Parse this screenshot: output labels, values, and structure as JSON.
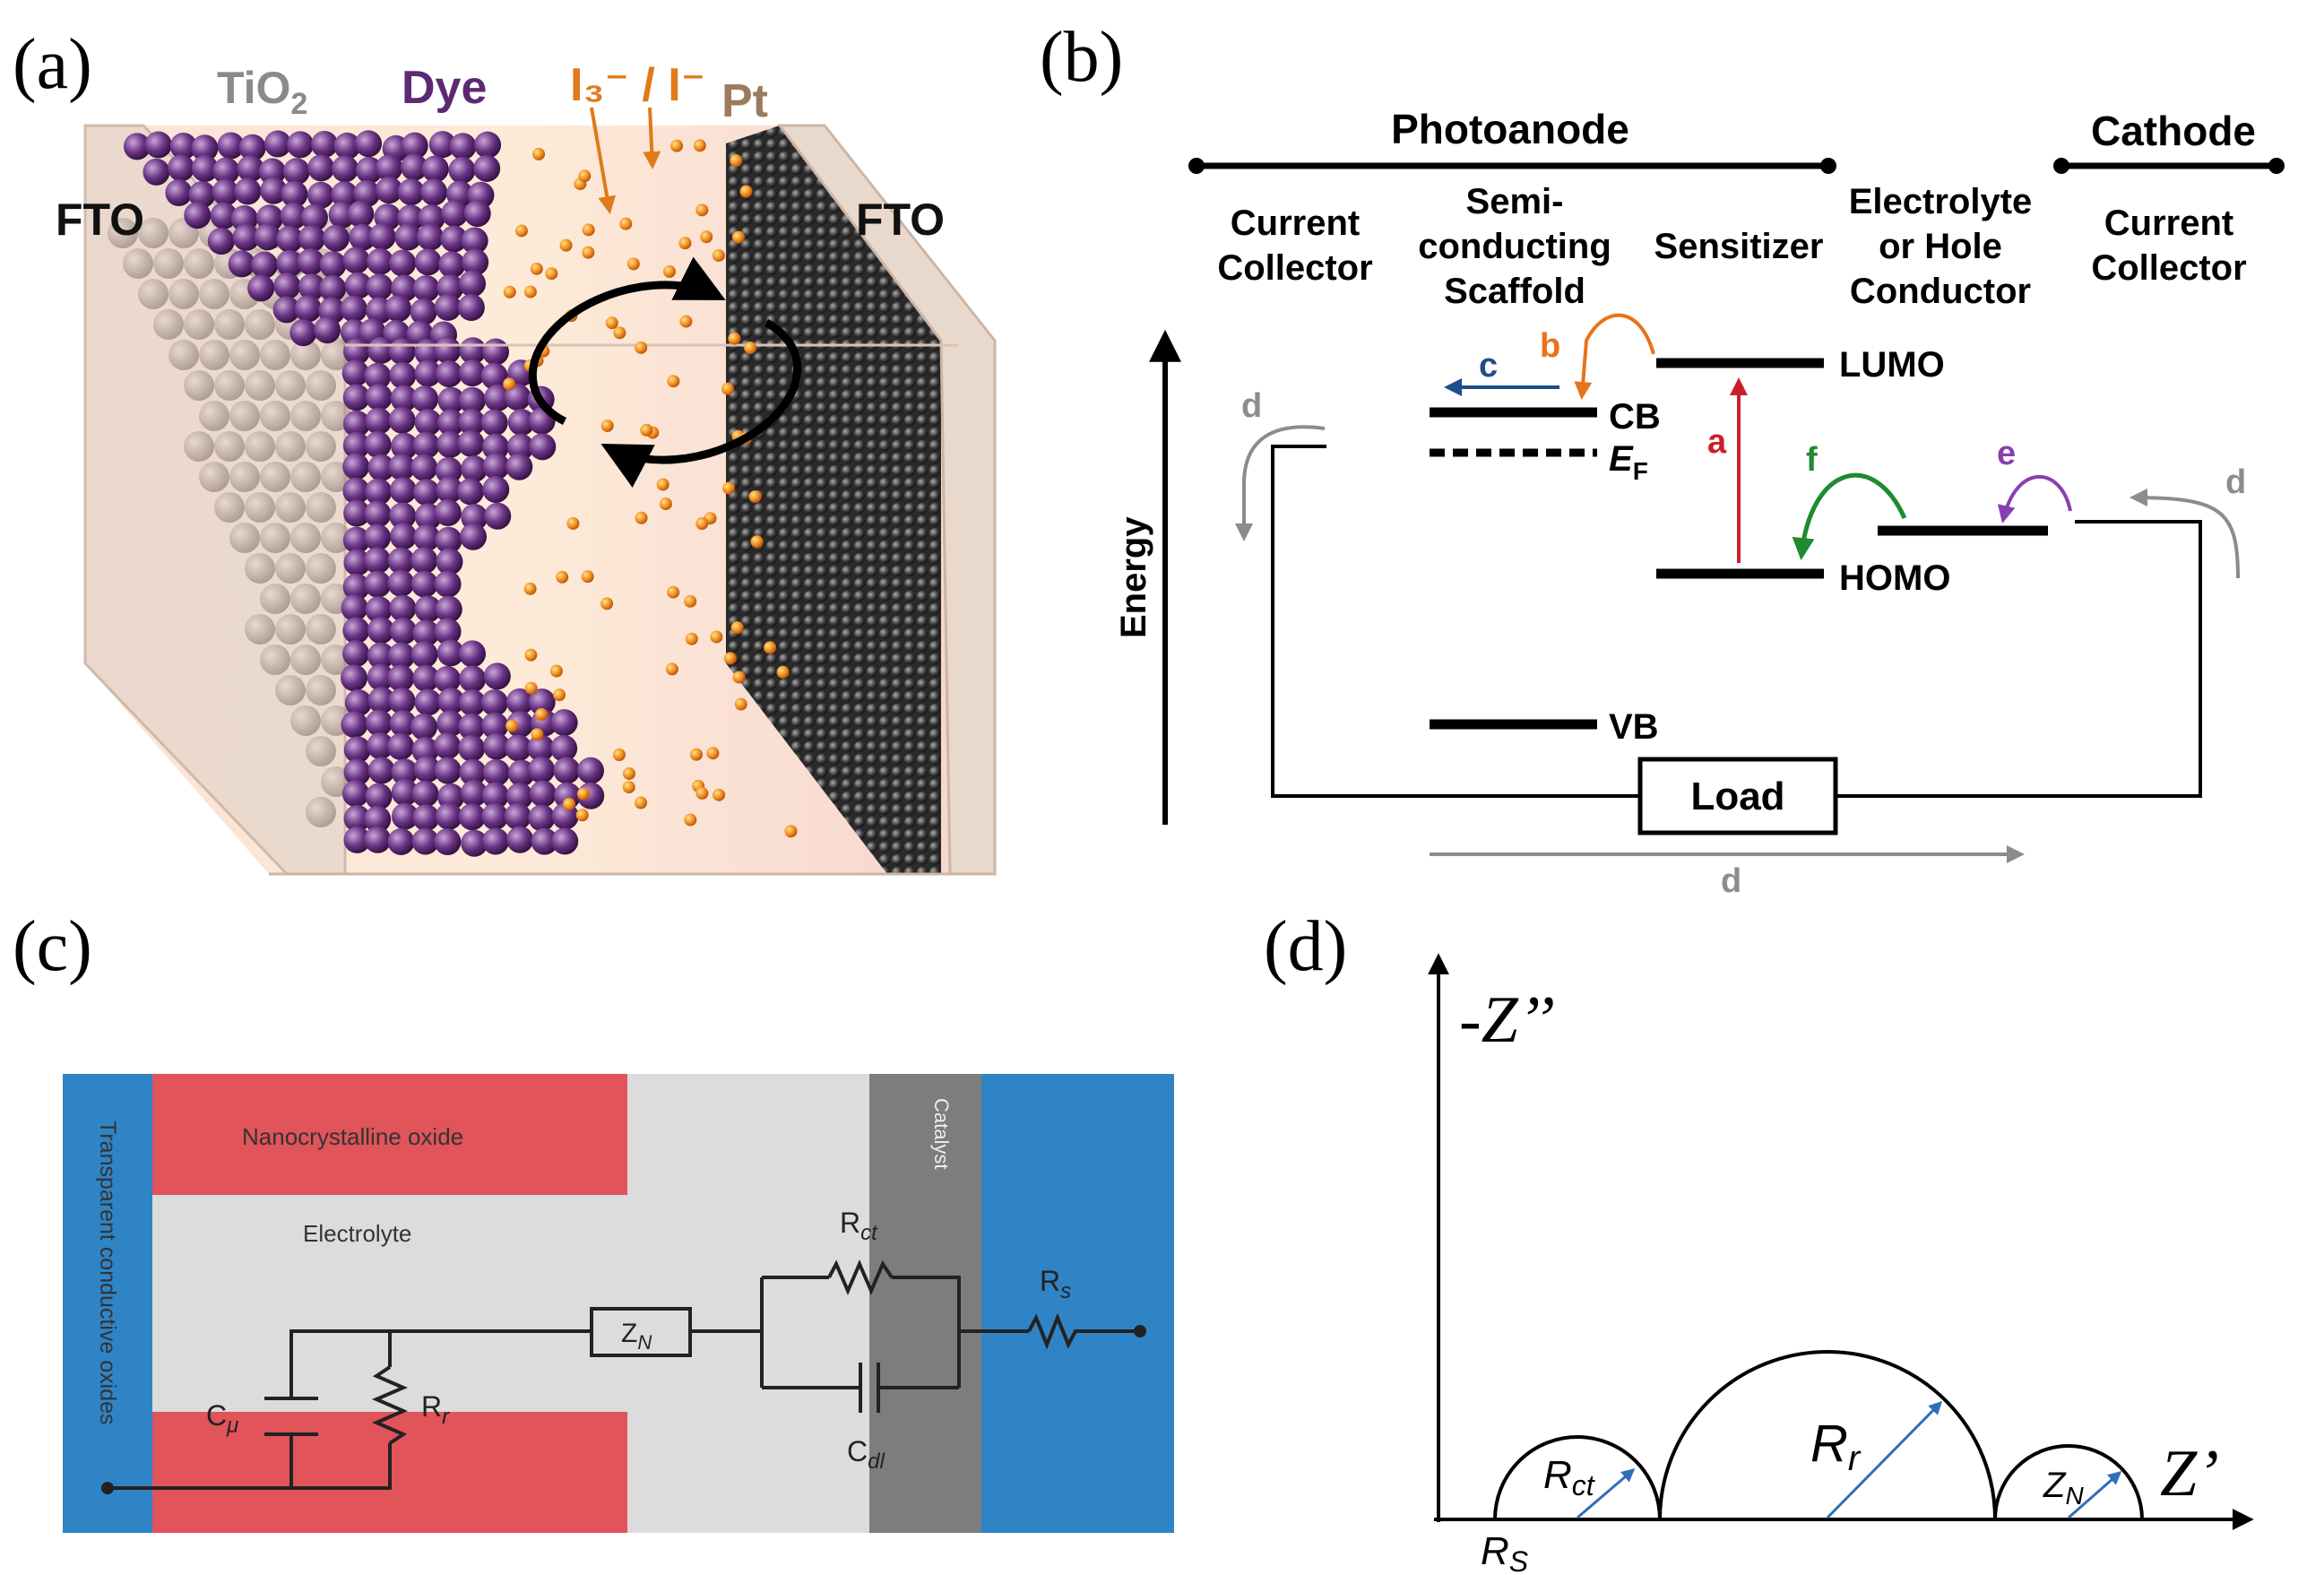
{
  "panel_a": {
    "label": "(a)",
    "tio2": "TiO",
    "tio2_sub": "2",
    "dye": "Dye",
    "redox": "I₃⁻ / I⁻",
    "pt": "Pt",
    "fto_left": "FTO",
    "fto_right": "FTO",
    "colors": {
      "tio2": "#8a8a8a",
      "dye": "#5b2a73",
      "redox": "#e07a1a",
      "pt": "#9a7b5e"
    }
  },
  "panel_b": {
    "label": "(b)",
    "photoanode": "Photoanode",
    "cathode": "Cathode",
    "current_collector_1": [
      "Current",
      "Collector"
    ],
    "scaffold": [
      "Semi-",
      "conducting",
      "Scaffold"
    ],
    "sensitizer": "Sensitizer",
    "electrolyte": [
      "Electrolyte",
      "or Hole",
      "Conductor"
    ],
    "current_collector_2": [
      "Current",
      "Collector"
    ],
    "energy": "Energy",
    "lumo": "LUMO",
    "homo": "HOMO",
    "cb": "CB",
    "ef": "E",
    "ef_sub": "F",
    "vb": "VB",
    "load": "Load",
    "arrows": {
      "a": "a",
      "b": "b",
      "c": "c",
      "d": "d",
      "e": "e",
      "f": "f"
    },
    "colors": {
      "a": "#cc1e2a",
      "b": "#e8731a",
      "c": "#1f4e8c",
      "d": "#8c8c8c",
      "e": "#8a3fb0",
      "f": "#1f8a2e"
    }
  },
  "panel_c": {
    "label": "(c)",
    "tco": "Transparent conductive oxides",
    "nano": "Nanocrystalline oxide",
    "electrolyte": "Electrolyte",
    "catalyst": "Catalyst",
    "rct": "R",
    "rct_sub": "ct",
    "zn": "Z",
    "zn_sub": "N",
    "rs": "R",
    "rs_sub": "s",
    "cmu": "C",
    "cmu_sub": "μ",
    "rr": "R",
    "rr_sub": "r",
    "cdl": "C",
    "cdl_sub": "dl",
    "colors": {
      "blue": "#2f84c6",
      "red": "#e0545a",
      "gray": "#dcdcdc",
      "catalyst": "#7d7d7d"
    }
  },
  "panel_d": {
    "label": "(d)",
    "y_axis": "-Z’’",
    "x_axis": "Z’",
    "rs": "R",
    "rs_sub": "S",
    "rct": "R",
    "rct_sub": "ct",
    "rr": "R",
    "rr_sub": "r",
    "zn": "Z",
    "zn_sub": "N"
  }
}
